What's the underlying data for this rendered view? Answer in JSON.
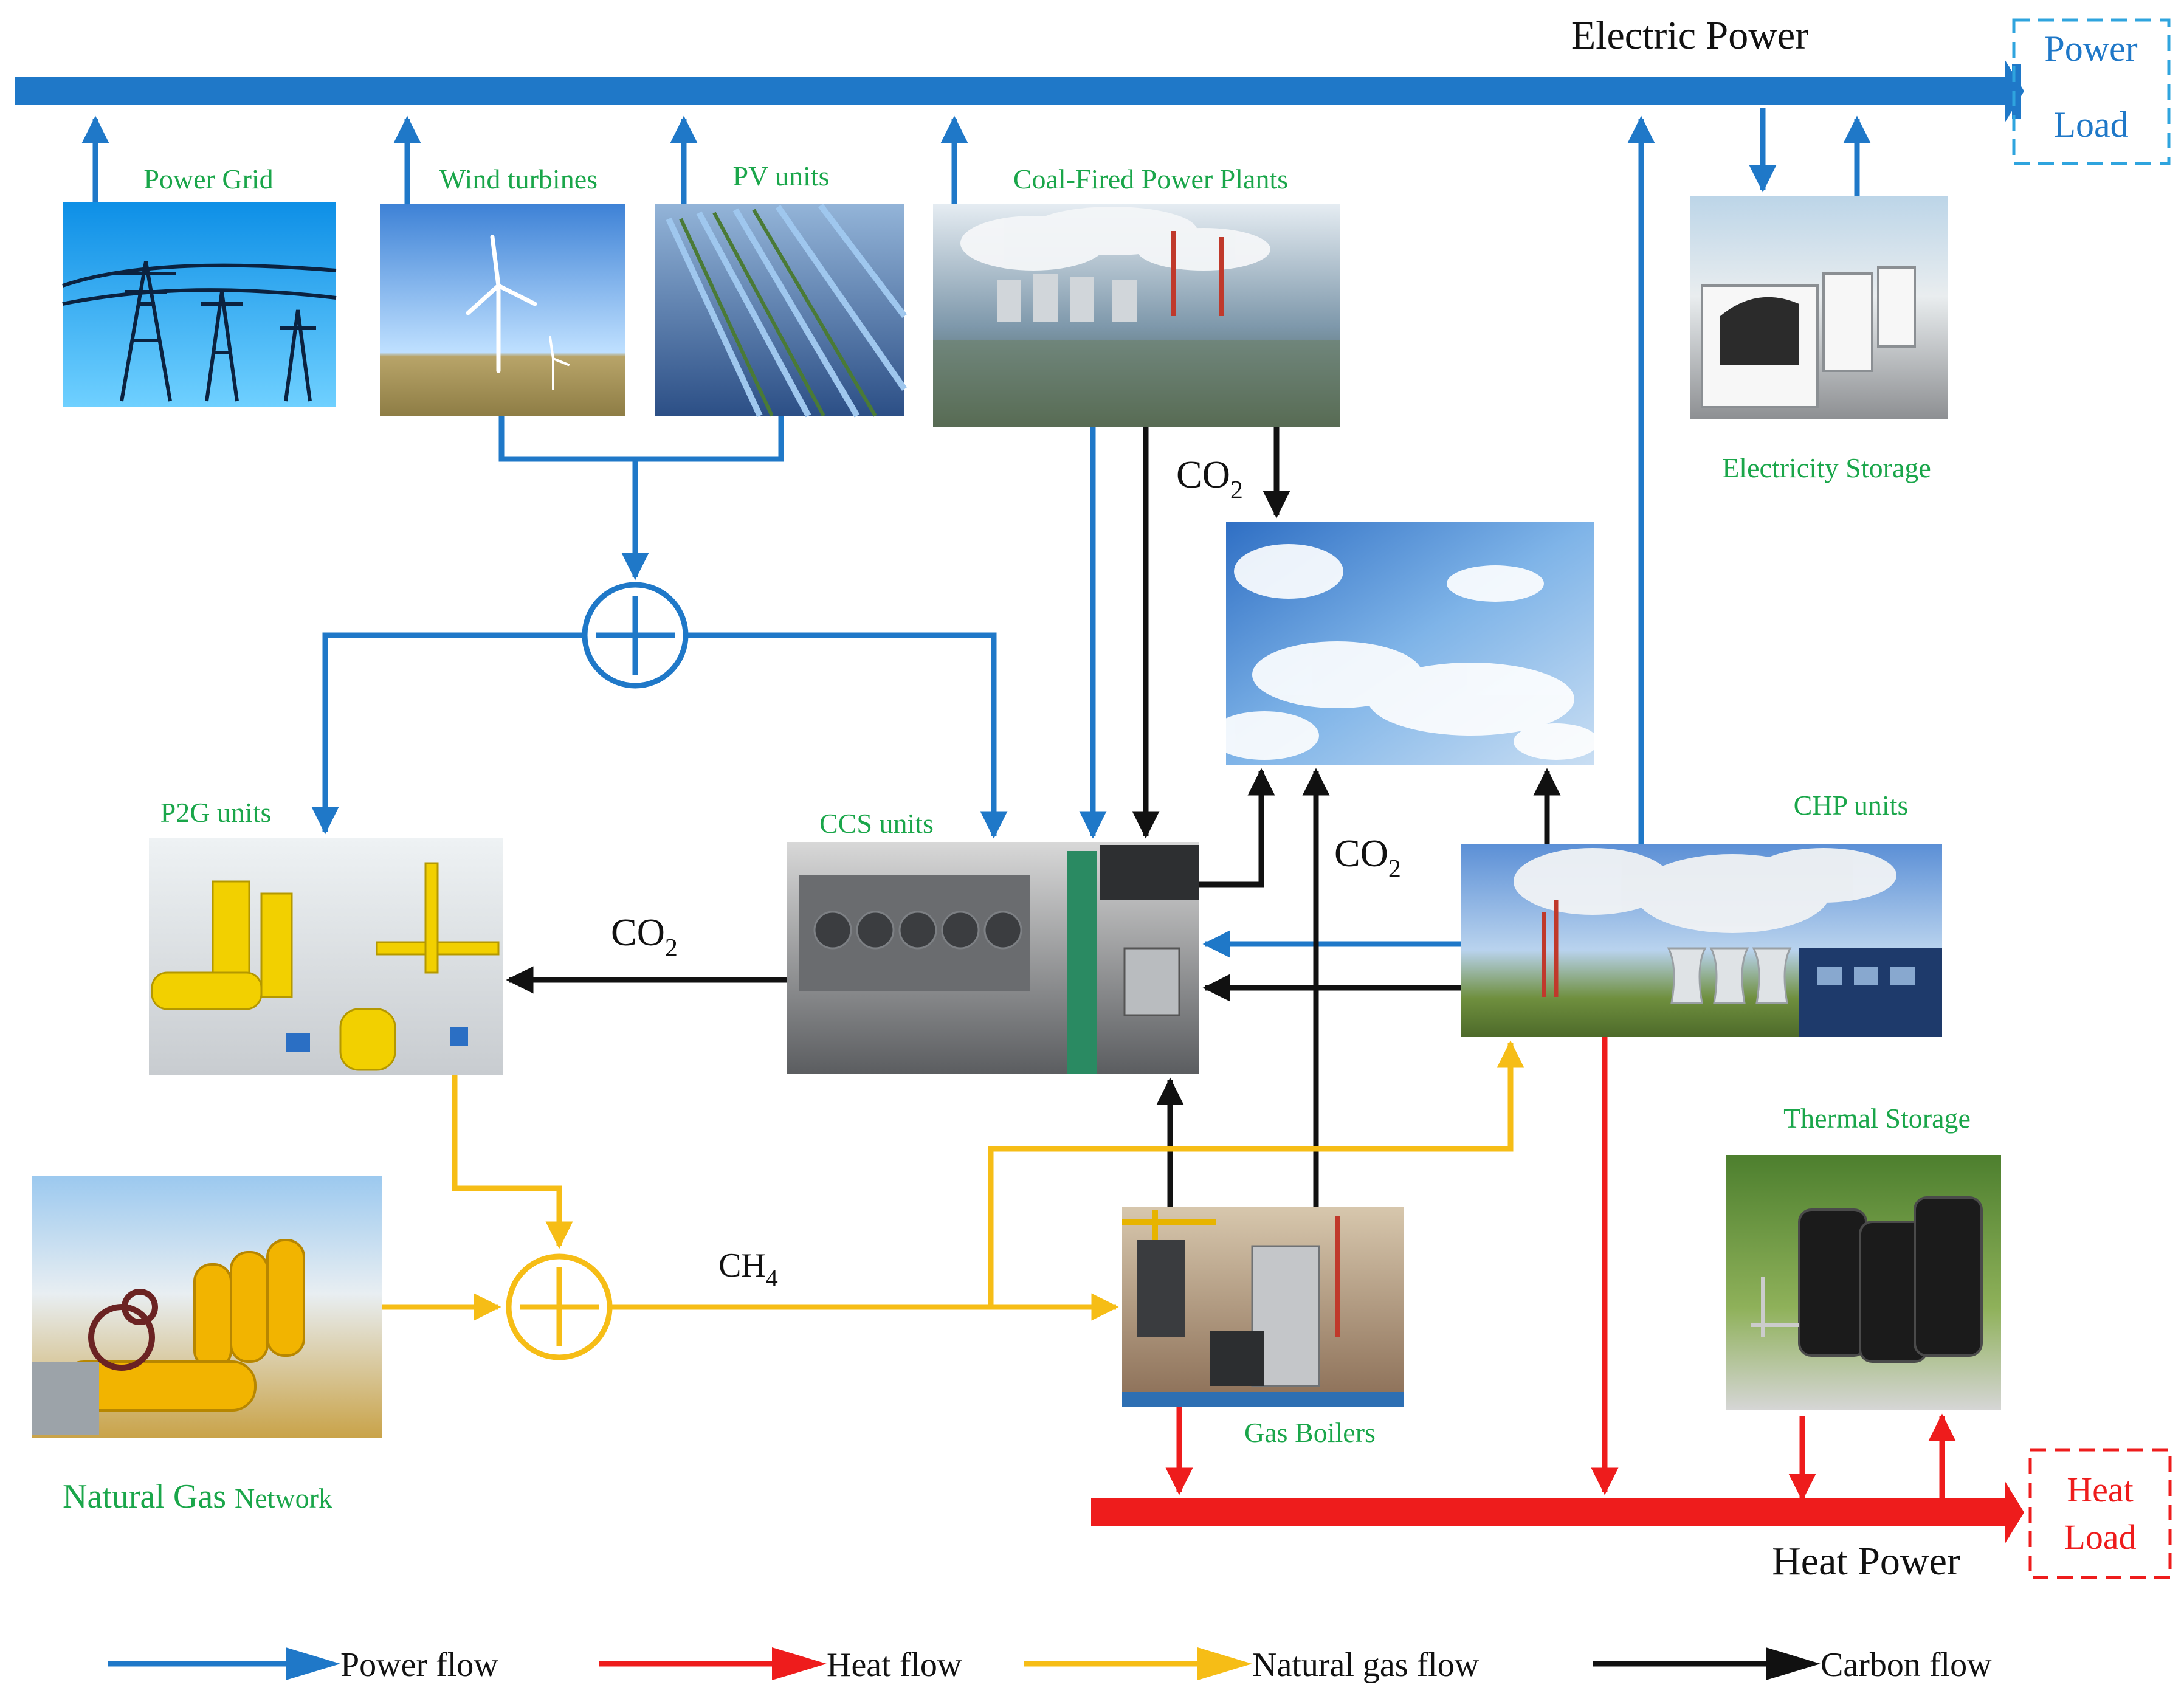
{
  "colors": {
    "power": "#1f78c8",
    "heat": "#ee1c1c",
    "gas": "#f6bd16",
    "carbon": "#111111",
    "label_green": "#1aa64a"
  },
  "buses": {
    "electric": "Electric Power",
    "heat": "Heat Power"
  },
  "loads": {
    "power": [
      "Power",
      "Load"
    ],
    "heat": [
      "Heat",
      "Load"
    ]
  },
  "nodes": {
    "power_grid": "Power Grid",
    "wind": "Wind turbines",
    "pv": "PV units",
    "coal": "Coal-Fired Power Plants",
    "elec_storage": "Electricity Storage",
    "p2g": "P2G units",
    "ccs": "CCS units",
    "chp": "CHP units",
    "thermal_storage": "Thermal Storage",
    "gas_boilers": "Gas Boilers",
    "gas_network_main": "Natural Gas",
    "gas_network_sub": "Network"
  },
  "flow_labels": {
    "co2": "CO",
    "co2_sub": "2",
    "ch4": "CH",
    "ch4_sub": "4"
  },
  "legend": [
    {
      "label": "Power flow",
      "color": "#1f78c8"
    },
    {
      "label": "Heat flow",
      "color": "#ee1c1c"
    },
    {
      "label": "Natural gas flow",
      "color": "#f6bd16"
    },
    {
      "label": "Carbon flow",
      "color": "#111111"
    }
  ]
}
